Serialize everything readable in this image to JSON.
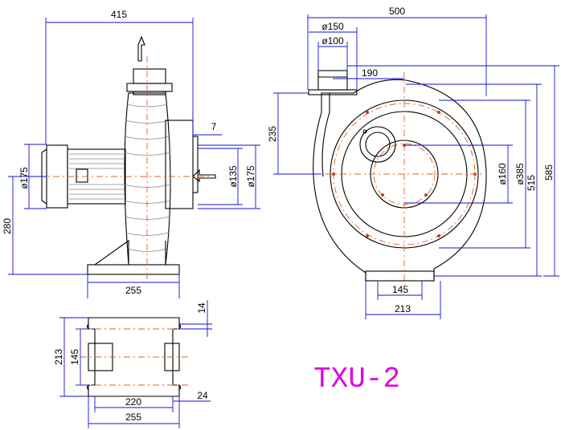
{
  "drawing": {
    "model_label": "TXU-2",
    "side_view": {
      "overall_width": "415",
      "motor_diameter": "ø175",
      "shaft_height": "280",
      "base_length": "255",
      "outlet_offset": "7",
      "inlet_diameter": "ø135",
      "inlet_flange_diameter": "ø175"
    },
    "front_view": {
      "overall_width": "500",
      "outlet_flange_diameter": "ø150",
      "outlet_diameter": "ø100",
      "outlet_offset": "190",
      "outlet_height": "235",
      "inner_circle_diameter": "ø160",
      "outer_circle_diameter": "ø385",
      "center_height": "515",
      "overall_height": "585",
      "base_hole_spacing": "145",
      "base_width": "213"
    },
    "base_view": {
      "hole_size": "14",
      "depth_outer": "213",
      "depth_inner": "145",
      "hole_spacing": "220",
      "slot_width": "24",
      "length": "255"
    }
  }
}
